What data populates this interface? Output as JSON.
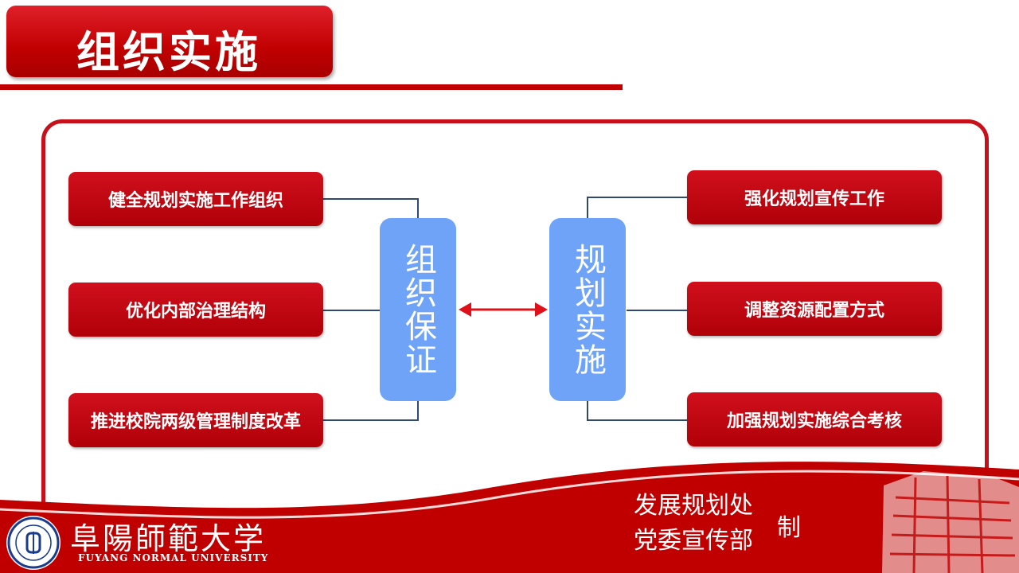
{
  "slide": {
    "title": "组织实施"
  },
  "left_items": [
    "健全规划实施工作组织",
    "优化内部治理结构",
    "推进校院两级管理制度改革"
  ],
  "right_items": [
    "强化规划宣传工作",
    "调整资源配置方式",
    "加强规划实施综合考核"
  ],
  "hubs": {
    "left": "组织保证",
    "right": "规划实施"
  },
  "footer": {
    "credit_lines": [
      "发展规划处",
      "党委宣传部"
    ],
    "credit_suffix": "制",
    "university_name": "阜陽師範大学",
    "university_name_en": "FUYANG NORMAL UNIVERSITY"
  },
  "colors": {
    "accent_red": "#c00000",
    "hub_blue": "#6fa3f7",
    "connector": "#2f4a6e",
    "arrow": "#e0101a"
  },
  "icons": {
    "logo": "university-seal-icon",
    "arrow": "double-arrow-icon",
    "building": "building-silhouette-icon"
  }
}
